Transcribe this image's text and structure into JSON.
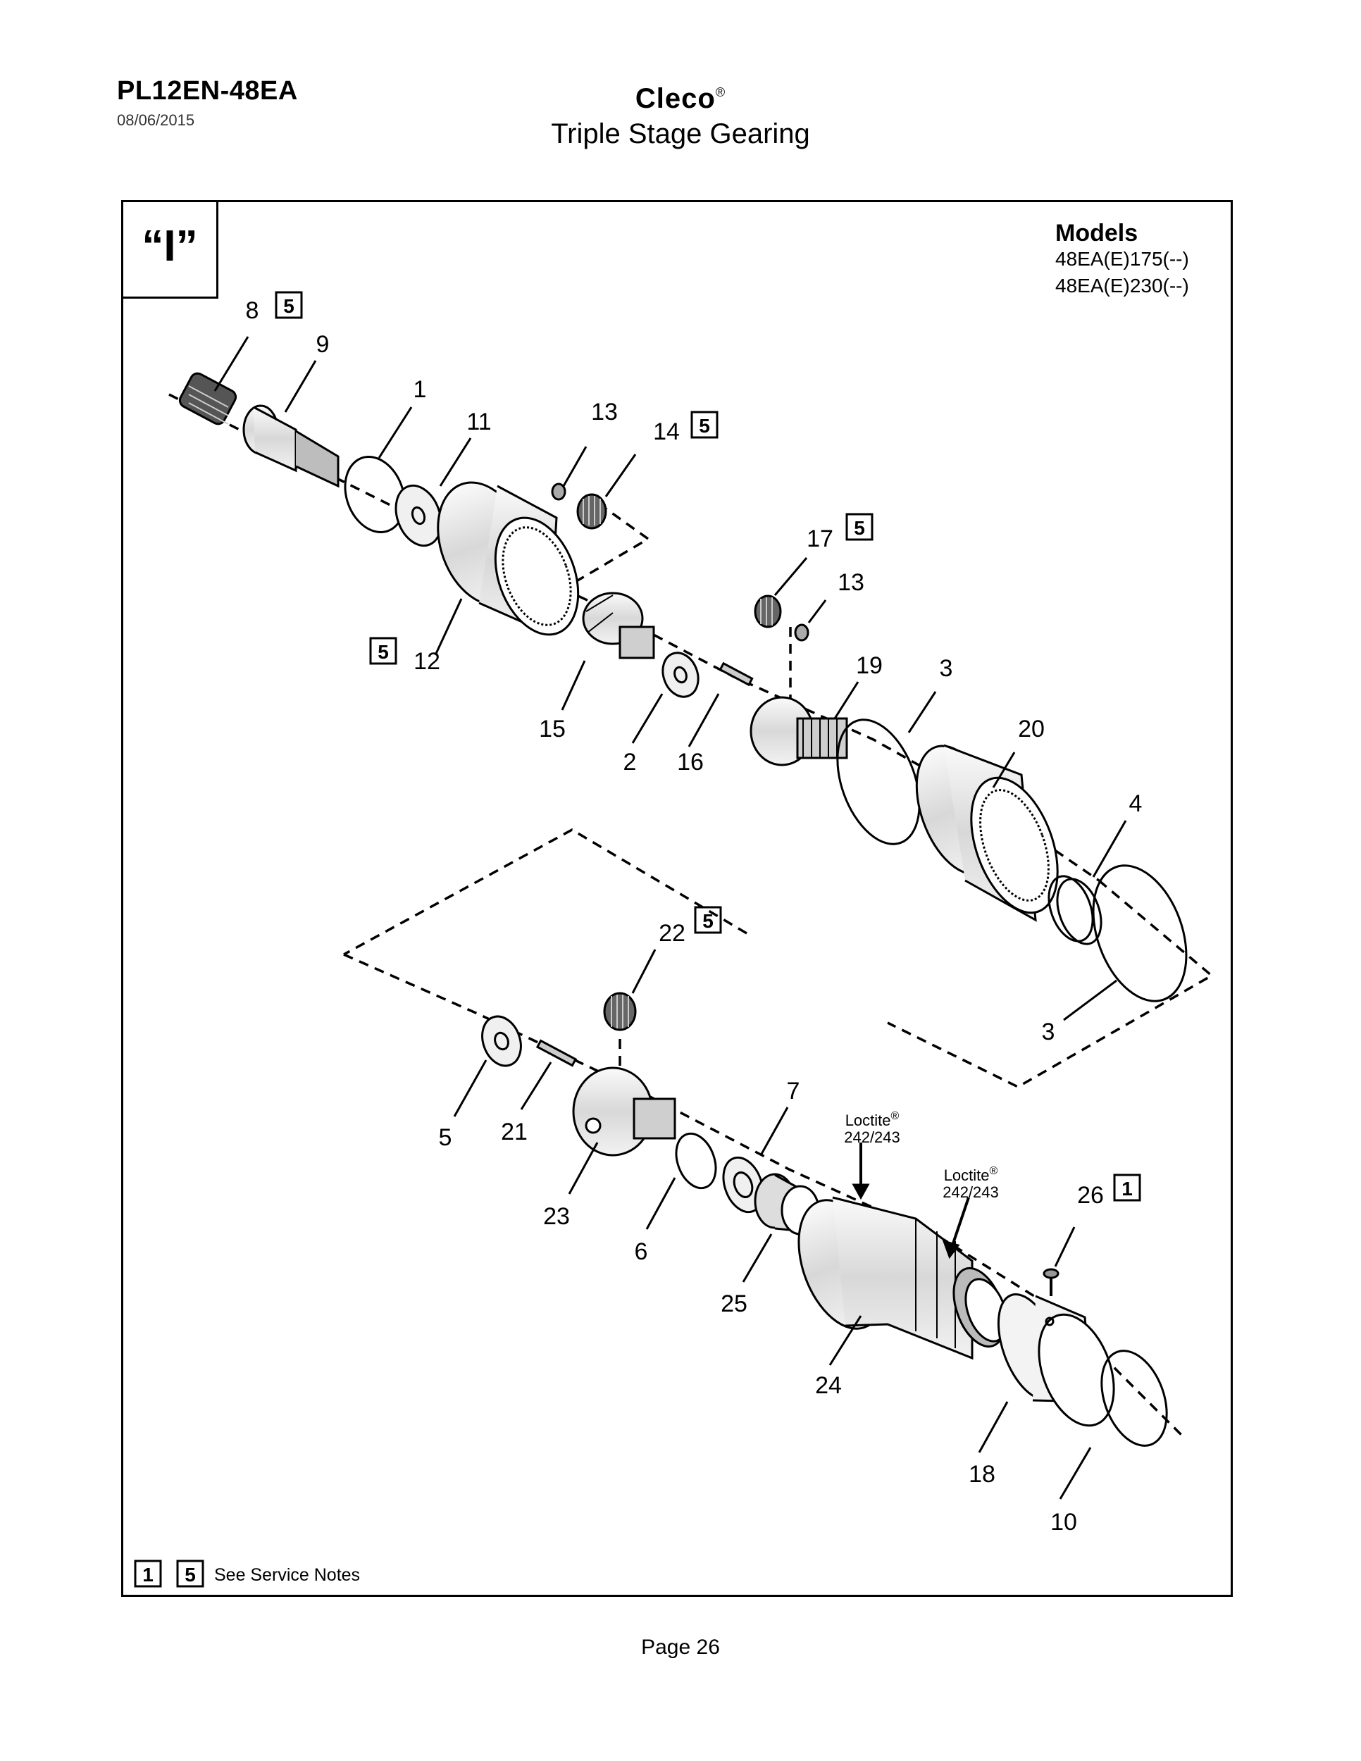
{
  "header": {
    "doc_id": "PL12EN-48EA",
    "date": "08/06/2015",
    "brand": "Cleco",
    "brand_mark": "®",
    "title": "Triple Stage Gearing"
  },
  "figure": {
    "letter": "“I”",
    "models_heading": "Models",
    "models": [
      "48EA(E)175(--)",
      "48EA(E)230(--)"
    ],
    "callouts": {
      "c8": "8",
      "c9": "9",
      "c1": "1",
      "c11": "11",
      "c13a": "13",
      "c14": "14",
      "c12": "12",
      "c15": "15",
      "c2": "2",
      "c16": "16",
      "c17": "17",
      "c13b": "13",
      "c19": "19",
      "c3a": "3",
      "c20": "20",
      "c4": "4",
      "c3b": "3",
      "c22": "22",
      "c5": "5",
      "c21": "21",
      "c23": "23",
      "c6": "6",
      "c7": "7",
      "c25": "25",
      "c24": "24",
      "c26": "26",
      "c18": "18",
      "c10": "10"
    },
    "note_flags": {
      "f8": "5",
      "f14": "5",
      "f12": "5",
      "f17": "5",
      "f22": "5",
      "f26": "1"
    },
    "loctite_a": {
      "name": "Loctite",
      "mark": "®",
      "grade": "242/243"
    },
    "loctite_b": {
      "name": "Loctite",
      "mark": "®",
      "grade": "242/243"
    },
    "legend": {
      "flag_a": "1",
      "flag_b": "5",
      "text": "See Service Notes"
    }
  },
  "footer": {
    "page": "Page 26"
  },
  "colors": {
    "ink": "#000000",
    "paper": "#ffffff",
    "part_fill": "#e6e6e6",
    "part_dark": "#8c8c8c"
  }
}
